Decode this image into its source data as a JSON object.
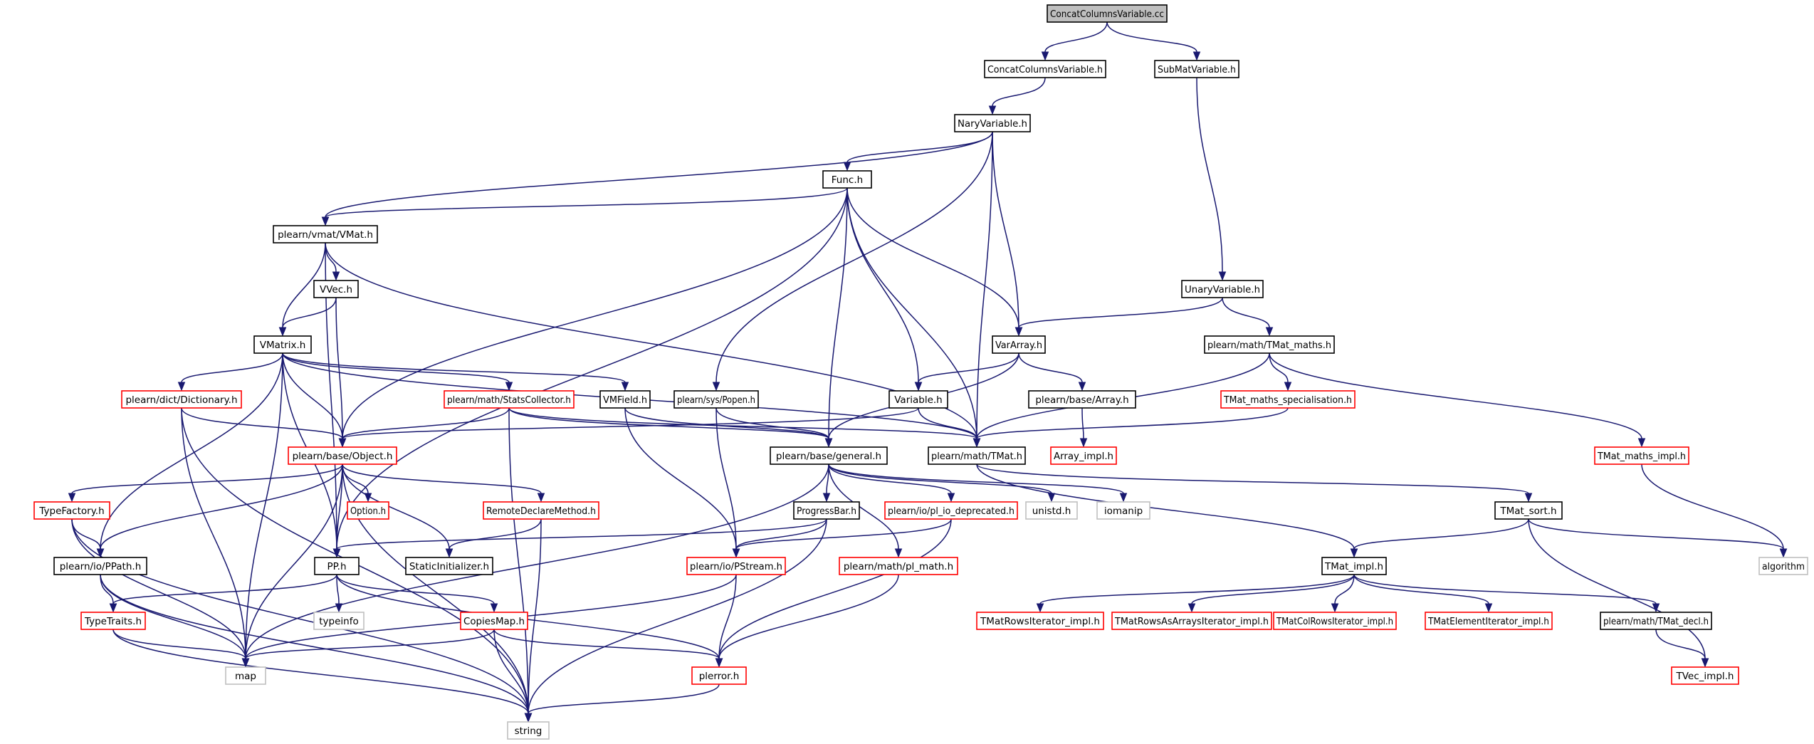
{
  "colors": {
    "edge": "#191970",
    "border_black": "#000000",
    "border_red": "#ff0000",
    "border_gray": "#bfbfbf",
    "root_fill": "#bfbfbf",
    "fill": "#ffffff"
  },
  "nodes": [
    {
      "id": "n0",
      "label": "ConcatColumnsVariable.cc",
      "style": "root"
    },
    {
      "id": "n1",
      "label": "ConcatColumnsVariable.h",
      "style": "black"
    },
    {
      "id": "n2",
      "label": "SubMatVariable.h",
      "style": "black"
    },
    {
      "id": "n3",
      "label": "NaryVariable.h",
      "style": "black"
    },
    {
      "id": "n4",
      "label": "Func.h",
      "style": "black"
    },
    {
      "id": "n5",
      "label": "plearn/vmat/VMat.h",
      "style": "black"
    },
    {
      "id": "n6",
      "label": "VVec.h",
      "style": "black"
    },
    {
      "id": "n7",
      "label": "VMatrix.h",
      "style": "black"
    },
    {
      "id": "n8",
      "label": "UnaryVariable.h",
      "style": "black"
    },
    {
      "id": "n9",
      "label": "VarArray.h",
      "style": "black"
    },
    {
      "id": "n10",
      "label": "plearn/math/TMat_maths.h",
      "style": "black"
    },
    {
      "id": "n11",
      "label": "plearn/dict/Dictionary.h",
      "style": "red"
    },
    {
      "id": "n12",
      "label": "plearn/math/StatsCollector.h",
      "style": "red"
    },
    {
      "id": "n13",
      "label": "VMField.h",
      "style": "black"
    },
    {
      "id": "n14",
      "label": "plearn/sys/Popen.h",
      "style": "black"
    },
    {
      "id": "n15",
      "label": "Variable.h",
      "style": "black"
    },
    {
      "id": "n16",
      "label": "plearn/base/Array.h",
      "style": "black"
    },
    {
      "id": "n17",
      "label": "TMat_maths_specialisation.h",
      "style": "red"
    },
    {
      "id": "n18",
      "label": "plearn/base/Object.h",
      "style": "red"
    },
    {
      "id": "n19",
      "label": "plearn/base/general.h",
      "style": "black"
    },
    {
      "id": "n20",
      "label": "plearn/math/TMat.h",
      "style": "black"
    },
    {
      "id": "n21",
      "label": "Array_impl.h",
      "style": "red"
    },
    {
      "id": "n22",
      "label": "TMat_maths_impl.h",
      "style": "red"
    },
    {
      "id": "n23",
      "label": "TypeFactory.h",
      "style": "red"
    },
    {
      "id": "n24",
      "label": "Option.h",
      "style": "red"
    },
    {
      "id": "n25",
      "label": "RemoteDeclareMethod.h",
      "style": "red"
    },
    {
      "id": "n26",
      "label": "ProgressBar.h",
      "style": "black"
    },
    {
      "id": "n27",
      "label": "plearn/io/pl_io_deprecated.h",
      "style": "red"
    },
    {
      "id": "n28",
      "label": "unistd.h",
      "style": "gray"
    },
    {
      "id": "n29",
      "label": "iomanip",
      "style": "gray"
    },
    {
      "id": "n30",
      "label": "TMat_sort.h",
      "style": "black"
    },
    {
      "id": "n31",
      "label": "plearn/io/PPath.h",
      "style": "black"
    },
    {
      "id": "n32",
      "label": "PP.h",
      "style": "black"
    },
    {
      "id": "n33",
      "label": "StaticInitializer.h",
      "style": "black"
    },
    {
      "id": "n34",
      "label": "plearn/io/PStream.h",
      "style": "red"
    },
    {
      "id": "n35",
      "label": "plearn/math/pl_math.h",
      "style": "red"
    },
    {
      "id": "n36",
      "label": "TMat_impl.h",
      "style": "black"
    },
    {
      "id": "n37",
      "label": "algorithm",
      "style": "gray"
    },
    {
      "id": "n38",
      "label": "TypeTraits.h",
      "style": "red"
    },
    {
      "id": "n39",
      "label": "typeinfo",
      "style": "gray"
    },
    {
      "id": "n40",
      "label": "CopiesMap.h",
      "style": "red"
    },
    {
      "id": "n41",
      "label": "map",
      "style": "gray"
    },
    {
      "id": "n42",
      "label": "plerror.h",
      "style": "red"
    },
    {
      "id": "n43",
      "label": "string",
      "style": "gray"
    },
    {
      "id": "n44",
      "label": "TMatRowsIterator_impl.h",
      "style": "red"
    },
    {
      "id": "n45",
      "label": "TMatRowsAsArraysIterator_impl.h",
      "style": "red"
    },
    {
      "id": "n46",
      "label": "TMatColRowsIterator_impl.h",
      "style": "red"
    },
    {
      "id": "n47",
      "label": "TMatElementIterator_impl.h",
      "style": "red"
    },
    {
      "id": "n48",
      "label": "plearn/math/TMat_decl.h",
      "style": "black"
    },
    {
      "id": "n49",
      "label": "TVec_impl.h",
      "style": "red"
    }
  ],
  "edges": [
    [
      "n0",
      "n1"
    ],
    [
      "n0",
      "n2"
    ],
    [
      "n1",
      "n3"
    ],
    [
      "n2",
      "n8"
    ],
    [
      "n3",
      "n4"
    ],
    [
      "n3",
      "n5"
    ],
    [
      "n3",
      "n9"
    ],
    [
      "n3",
      "n14"
    ],
    [
      "n3",
      "n20"
    ],
    [
      "n4",
      "n5"
    ],
    [
      "n4",
      "n9"
    ],
    [
      "n4",
      "n15"
    ],
    [
      "n4",
      "n18"
    ],
    [
      "n4",
      "n19"
    ],
    [
      "n4",
      "n20"
    ],
    [
      "n4",
      "n32"
    ],
    [
      "n5",
      "n6"
    ],
    [
      "n5",
      "n7"
    ],
    [
      "n5",
      "n20"
    ],
    [
      "n5",
      "n32"
    ],
    [
      "n6",
      "n7"
    ],
    [
      "n6",
      "n18"
    ],
    [
      "n7",
      "n11"
    ],
    [
      "n7",
      "n12"
    ],
    [
      "n7",
      "n13"
    ],
    [
      "n7",
      "n18"
    ],
    [
      "n7",
      "n20"
    ],
    [
      "n7",
      "n31"
    ],
    [
      "n7",
      "n32"
    ],
    [
      "n7",
      "n41"
    ],
    [
      "n8",
      "n9"
    ],
    [
      "n8",
      "n10"
    ],
    [
      "n9",
      "n15"
    ],
    [
      "n9",
      "n16"
    ],
    [
      "n9",
      "n19"
    ],
    [
      "n10",
      "n17"
    ],
    [
      "n10",
      "n20"
    ],
    [
      "n10",
      "n22"
    ],
    [
      "n11",
      "n18"
    ],
    [
      "n11",
      "n41"
    ],
    [
      "n11",
      "n43"
    ],
    [
      "n12",
      "n18"
    ],
    [
      "n12",
      "n19"
    ],
    [
      "n12",
      "n20"
    ],
    [
      "n12",
      "n43"
    ],
    [
      "n13",
      "n19"
    ],
    [
      "n13",
      "n34"
    ],
    [
      "n14",
      "n19"
    ],
    [
      "n14",
      "n34"
    ],
    [
      "n15",
      "n18"
    ],
    [
      "n15",
      "n20"
    ],
    [
      "n16",
      "n21"
    ],
    [
      "n17",
      "n20"
    ],
    [
      "n18",
      "n23"
    ],
    [
      "n18",
      "n24"
    ],
    [
      "n18",
      "n25"
    ],
    [
      "n18",
      "n31"
    ],
    [
      "n18",
      "n32"
    ],
    [
      "n18",
      "n33"
    ],
    [
      "n18",
      "n41"
    ],
    [
      "n18",
      "n43"
    ],
    [
      "n19",
      "n26"
    ],
    [
      "n19",
      "n27"
    ],
    [
      "n19",
      "n28"
    ],
    [
      "n19",
      "n29"
    ],
    [
      "n19",
      "n35"
    ],
    [
      "n19",
      "n41"
    ],
    [
      "n20",
      "n30"
    ],
    [
      "n20",
      "n36"
    ],
    [
      "n22",
      "n37"
    ],
    [
      "n23",
      "n31"
    ],
    [
      "n23",
      "n41"
    ],
    [
      "n23",
      "n43"
    ],
    [
      "n25",
      "n33"
    ],
    [
      "n25",
      "n43"
    ],
    [
      "n26",
      "n32"
    ],
    [
      "n26",
      "n34"
    ],
    [
      "n26",
      "n43"
    ],
    [
      "n27",
      "n34"
    ],
    [
      "n27",
      "n42"
    ],
    [
      "n30",
      "n36"
    ],
    [
      "n30",
      "n37"
    ],
    [
      "n30",
      "n49"
    ],
    [
      "n31",
      "n38"
    ],
    [
      "n31",
      "n41"
    ],
    [
      "n31",
      "n43"
    ],
    [
      "n32",
      "n38"
    ],
    [
      "n32",
      "n39"
    ],
    [
      "n32",
      "n40"
    ],
    [
      "n32",
      "n42"
    ],
    [
      "n34",
      "n41"
    ],
    [
      "n34",
      "n42"
    ],
    [
      "n35",
      "n42"
    ],
    [
      "n36",
      "n44"
    ],
    [
      "n36",
      "n45"
    ],
    [
      "n36",
      "n46"
    ],
    [
      "n36",
      "n47"
    ],
    [
      "n36",
      "n48"
    ],
    [
      "n38",
      "n41"
    ],
    [
      "n38",
      "n43"
    ],
    [
      "n40",
      "n41"
    ],
    [
      "n40",
      "n42"
    ],
    [
      "n40",
      "n43"
    ],
    [
      "n42",
      "n43"
    ],
    [
      "n48",
      "n49"
    ]
  ]
}
